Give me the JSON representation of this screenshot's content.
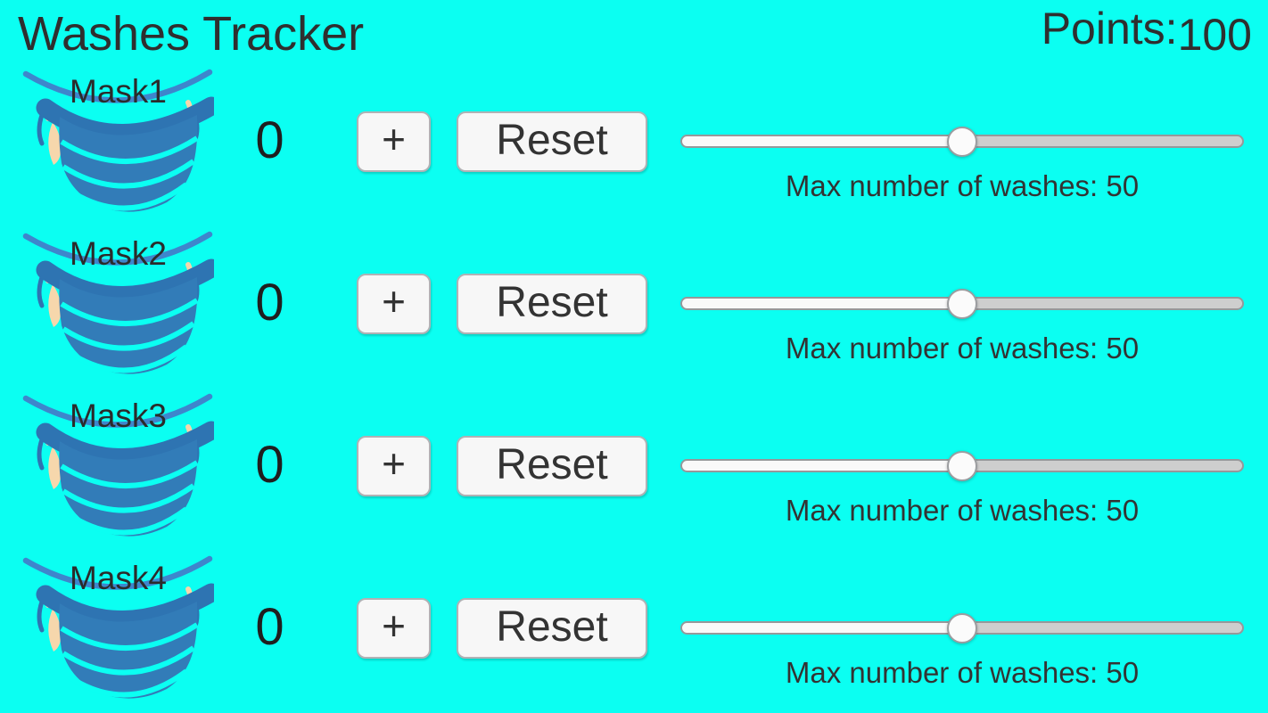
{
  "header": {
    "title": "Washes Tracker",
    "points_label": "Points:",
    "points_value": "100"
  },
  "rows": [
    {
      "mask_label": "Mask1",
      "count": "0",
      "increment_label": "+",
      "reset_label": "Reset",
      "slider_percent": 50,
      "slider_value": 50,
      "max_washes_label": "Max number of washes: 50"
    },
    {
      "mask_label": "Mask2",
      "count": "0",
      "increment_label": "+",
      "reset_label": "Reset",
      "slider_percent": 50,
      "slider_value": 50,
      "max_washes_label": "Max number of washes: 50"
    },
    {
      "mask_label": "Mask3",
      "count": "0",
      "increment_label": "+",
      "reset_label": "Reset",
      "slider_percent": 50,
      "slider_value": 50,
      "max_washes_label": "Max number of washes: 50"
    },
    {
      "mask_label": "Mask4",
      "count": "0",
      "increment_label": "+",
      "reset_label": "Reset",
      "slider_percent": 50,
      "slider_value": 50,
      "max_washes_label": "Max number of washes: 50"
    }
  ],
  "colors": {
    "background": "#0bfff2",
    "mask_body": "#327cb8",
    "mask_strap": "#3e86cc",
    "mask_band": "#2e74b2",
    "ear_tab": "#f6d7ac",
    "text": "#2d2d2d",
    "button_bg": "#f7f7f7",
    "slider_fill": "#f9f9f9",
    "slider_track": "#cecece"
  }
}
